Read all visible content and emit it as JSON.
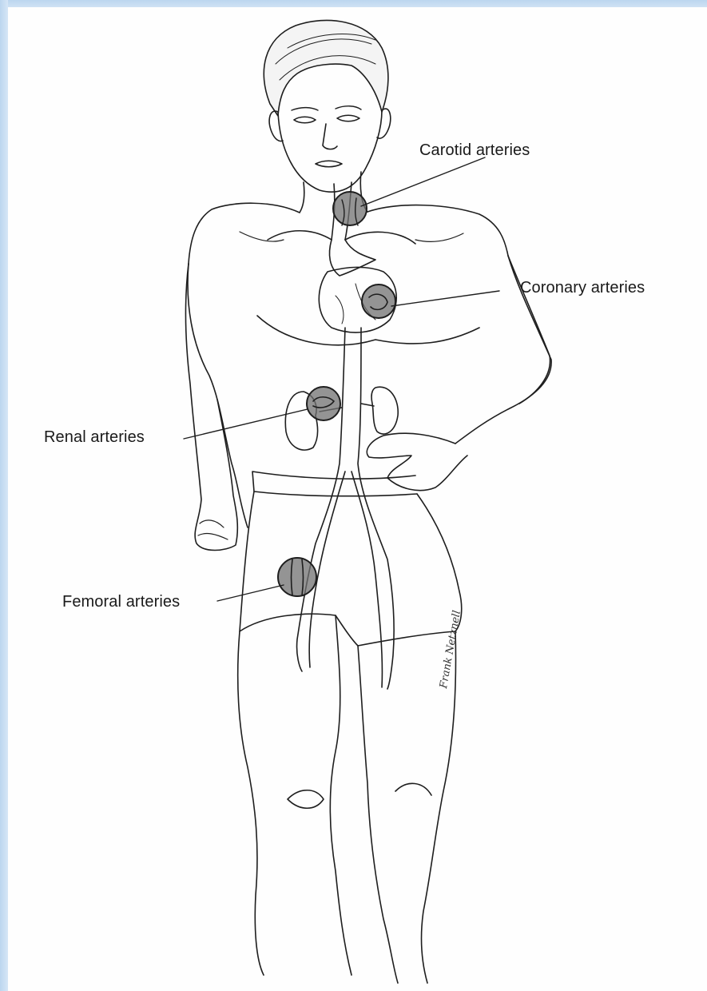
{
  "labels": {
    "carotid": "Carotid arteries",
    "coronary": "Coronary arteries",
    "renal": "Renal arteries",
    "femoral": "Femoral arteries"
  },
  "signature": "Frank Netznell",
  "colors": {
    "line": "#1e1e1e",
    "plaque_marker": "#707070",
    "frame": "#c6dcf2",
    "paper": "#fefefe"
  }
}
